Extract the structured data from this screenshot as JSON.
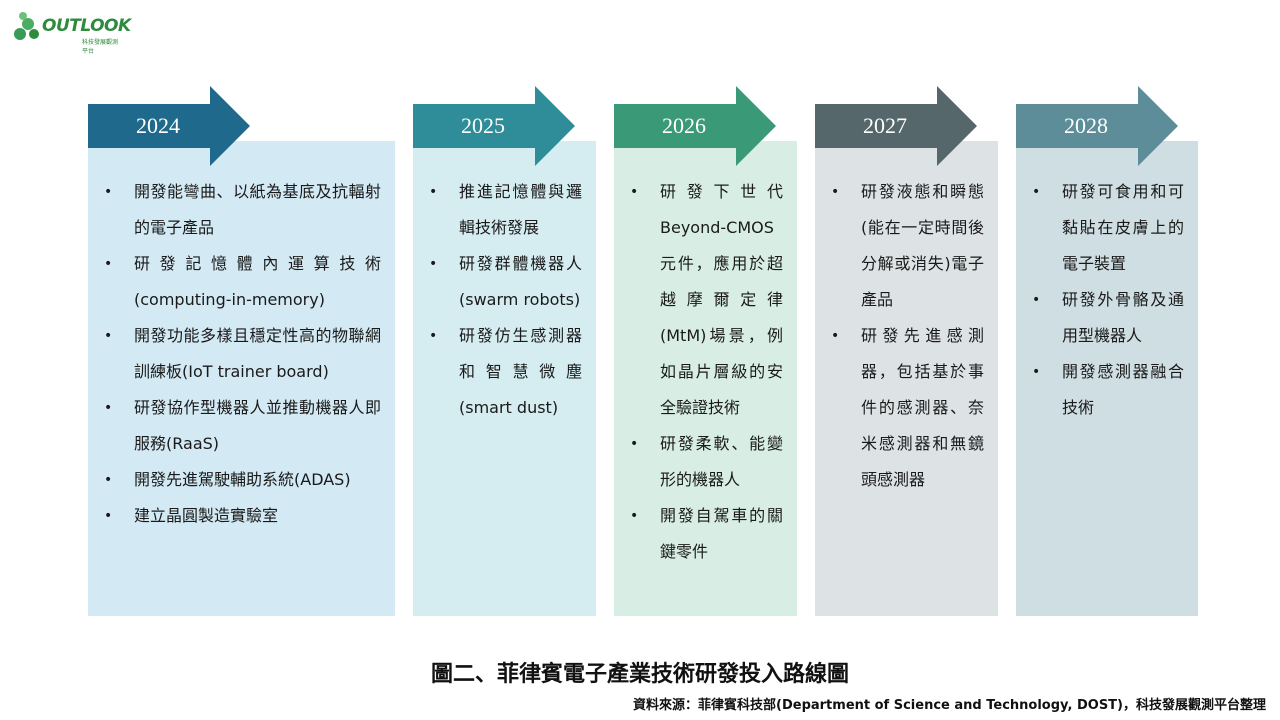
{
  "logo": {
    "text": "OUTLOOK",
    "subtitle": "科技發展觀測平台",
    "color": "#2e8b3e"
  },
  "columns": [
    {
      "year": "2024",
      "arrow_color": "#1f6a8c",
      "panel_color": "#d3e9f3",
      "items": [
        "開發能彎曲、以紙為基底及抗輻射的電子產品",
        "研發記憶體內運算技術(computing-in-memory)",
        "開發功能多樣且穩定性高的物聯網訓練板(IoT trainer board)",
        "研發協作型機器人並推動機器人即服務(RaaS)",
        "開發先進駕駛輔助系統(ADAS)",
        "建立晶圓製造實驗室"
      ]
    },
    {
      "year": "2025",
      "arrow_color": "#2e8d98",
      "panel_color": "#d5ecf1",
      "items": [
        "推進記憶體與邏輯技術發展",
        "研發群體機器人(swarm robots)",
        "研發仿生感測器和智慧微塵(smart dust)"
      ]
    },
    {
      "year": "2026",
      "arrow_color": "#3a9a78",
      "panel_color": "#d8eee4",
      "items": [
        "研發下世代Beyond-CMOS元件，應用於超越摩爾定律(MtM)場景，例如晶片層級的安全驗證技術",
        "研發柔軟、能變形的機器人",
        "開發自駕車的關鍵零件"
      ]
    },
    {
      "year": "2027",
      "arrow_color": "#55676a",
      "panel_color": "#dde3e4",
      "items": [
        "研發液態和瞬態(能在一定時間後分解或消失)電子產品",
        "研發先進感測器，包括基於事件的感測器、奈米感測器和無鏡頭感測器"
      ]
    },
    {
      "year": "2028",
      "arrow_color": "#5c8d99",
      "panel_color": "#cfdee3",
      "items": [
        "研發可食用和可黏貼在皮膚上的電子裝置",
        "研發外骨骼及通用型機器人",
        "開發感測器融合技術"
      ]
    }
  ],
  "caption": "圖二、菲律賓電子產業技術研發投入路線圖",
  "source": "資料來源：菲律賓科技部(Department of Science and Technology, DOST)，科技發展觀測平台整理"
}
